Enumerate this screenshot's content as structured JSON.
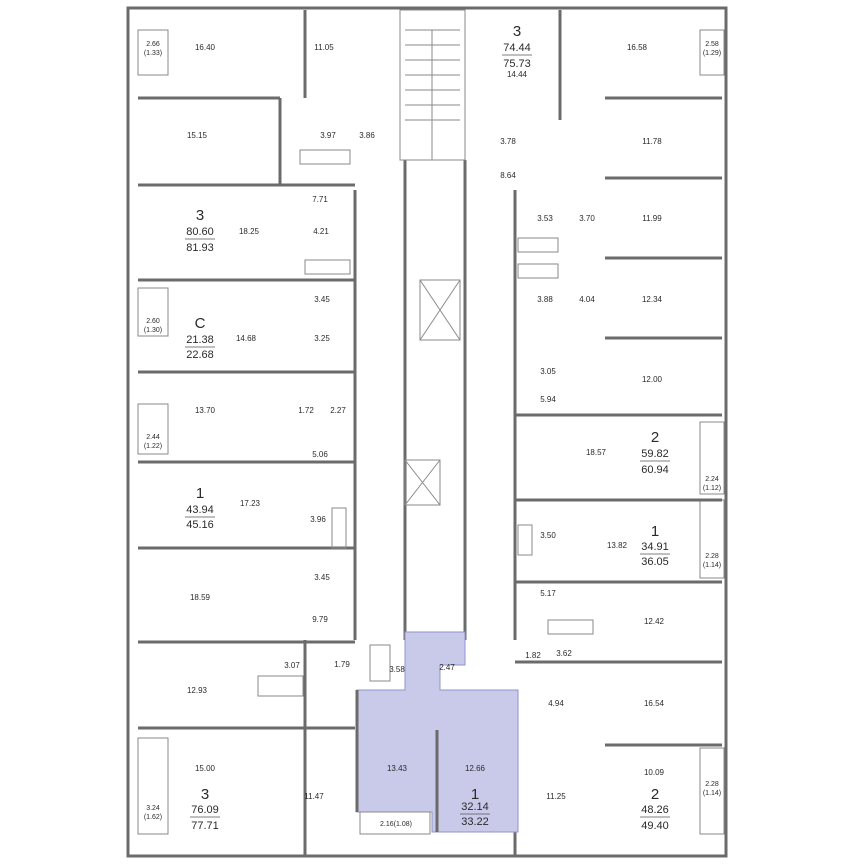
{
  "apartments": [
    {
      "rooms": "3",
      "area_living": "74.44",
      "area_total": "75.73"
    },
    {
      "rooms": "3",
      "area_living": "80.60",
      "area_total": "81.93"
    },
    {
      "rooms": "С",
      "area_living": "21.38",
      "area_total": "22.68"
    },
    {
      "rooms": "1",
      "area_living": "43.94",
      "area_total": "45.16"
    },
    {
      "rooms": "2",
      "area_living": "59.82",
      "area_total": "60.94"
    },
    {
      "rooms": "1",
      "area_living": "34.91",
      "area_total": "36.05"
    },
    {
      "rooms": "3",
      "area_living": "76.09",
      "area_total": "77.71"
    },
    {
      "rooms": "1",
      "area_living": "32.14",
      "area_total": "33.22",
      "highlighted": true
    },
    {
      "rooms": "2",
      "area_living": "48.26",
      "area_total": "49.40"
    }
  ],
  "room_areas": [
    "16.40",
    "11.05",
    "3.97",
    "3.86",
    "15.15",
    "7.71",
    "18.25",
    "4.21",
    "3.45",
    "14.68",
    "3.25",
    "13.70",
    "1.72",
    "2.27",
    "5.06",
    "17.23",
    "3.96",
    "3.45",
    "18.59",
    "9.79",
    "3.07",
    "1.79",
    "12.93",
    "15.00",
    "11.47",
    "13.43",
    "3.58",
    "2.47",
    "12.66",
    "11.25",
    "14.44",
    "16.58",
    "11.78",
    "3.78",
    "8.64",
    "3.53",
    "3.70",
    "11.99",
    "3.88",
    "4.04",
    "12.34",
    "3.05",
    "12.00",
    "5.94",
    "18.57",
    "3.50",
    "13.82",
    "5.17",
    "12.42",
    "1.82",
    "3.62",
    "4.94",
    "16.54",
    "10.09"
  ],
  "balconies": [
    "2.66",
    "(1.33)",
    "2.58",
    "(1.29)",
    "2.60",
    "(1.30)",
    "2.44",
    "(1.22)",
    "2.24",
    "(1.12)",
    "2.28",
    "(1.14)",
    "3.24",
    "(1.62)",
    "2.28",
    "(1.14)",
    "2.16(1.08)"
  ],
  "colors": {
    "wall": "#6b6b6b",
    "highlight": "#c9cae9"
  }
}
